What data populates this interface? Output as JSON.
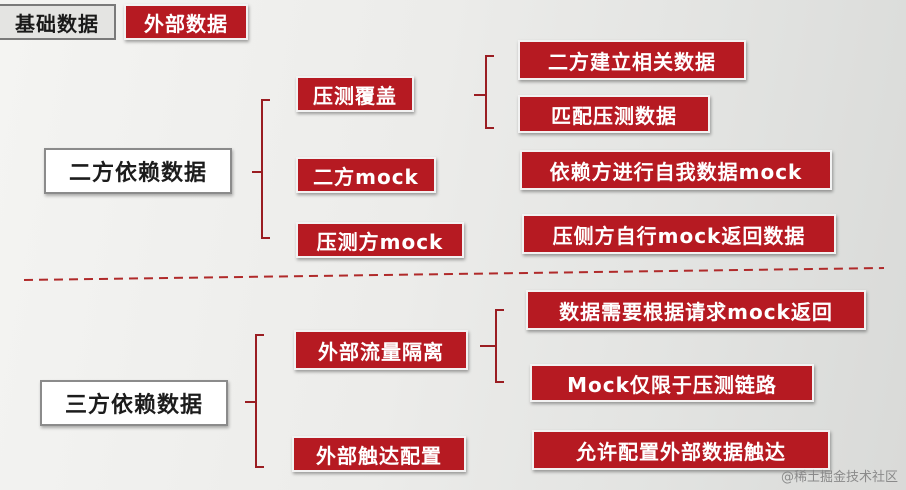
{
  "header": {
    "label_basic": "基础数据",
    "label_external": "外部数据"
  },
  "second_party": {
    "label": "二方依赖数据",
    "branches": [
      {
        "label": "压测覆盖",
        "details": [
          "二方建立相关数据",
          "匹配压测数据"
        ]
      },
      {
        "label": "二方mock",
        "details": [
          "依赖方进行自我数据mock"
        ]
      },
      {
        "label": "压测方mock",
        "details": [
          "压侧方自行mock返回数据"
        ]
      }
    ]
  },
  "third_party": {
    "label": "三方依赖数据",
    "branches": [
      {
        "label": "外部流量隔离",
        "details": [
          "数据需要根据请求mock返回",
          "Mock仅限于压测链路"
        ]
      },
      {
        "label": "外部触达配置",
        "details": [
          "允许配置外部数据触达"
        ]
      }
    ]
  },
  "watermark": "@稀土掘金技术社区",
  "colors": {
    "accent_red": "#b61a22",
    "bracket": "#9a1d22",
    "divider": "#b02a2a"
  }
}
